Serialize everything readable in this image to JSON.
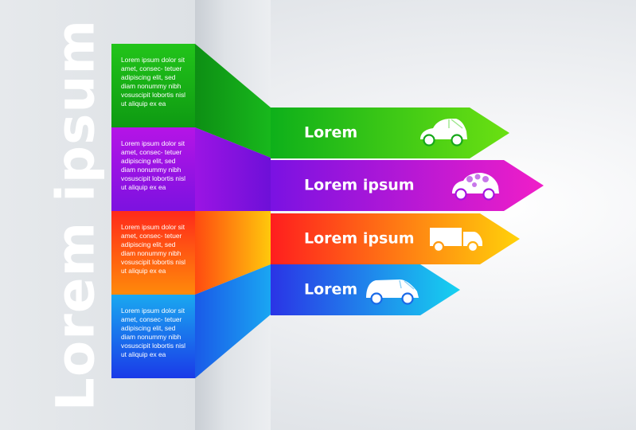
{
  "title": "Lorem ipsum",
  "blocks": [
    {
      "text": "Lorem ipsum dolor sit amet, consec- tetuer adipiscing elit, sed diam nonummy nibh vosuscipit lobortis nisl ut aliquip ex ea",
      "color_top": "#22c41a",
      "color_bottom": "#0e9a12"
    },
    {
      "text": "Lorem ipsum dolor sit amet, consec- tetuer adipiscing elit, sed diam nonummy nibh vosuscipit lobortis nisl ut aliquip ex ea",
      "color_top": "#b514e6",
      "color_bottom": "#7c12e0"
    },
    {
      "text": "Lorem ipsum dolor sit amet, consec- tetuer adipiscing elit, sed diam nonummy nibh vosuscipit lobortis nisl ut aliquip ex ea",
      "color_top": "#ff2a1a",
      "color_bottom": "#ff8a0a"
    },
    {
      "text": "Lorem ipsum dolor sit amet, consec- tetuer adipiscing elit, sed diam nonummy nibh vosuscipit lobortis nisl ut aliquip ex ea",
      "color_top": "#1aa8f0",
      "color_bottom": "#1a3ae8"
    }
  ],
  "arrows": [
    {
      "label": "Lorem",
      "icon": "beetle-car-icon",
      "color_start": "#0eb01a",
      "color_end": "#6be012"
    },
    {
      "label": "Lorem ipsum",
      "icon": "spotted-beetle-car-icon",
      "color_start": "#7a12e2",
      "color_end": "#f01ec8"
    },
    {
      "label": "Lorem ipsum",
      "icon": "delivery-truck-icon",
      "color_start": "#ff1e1e",
      "color_end": "#ffd20a"
    },
    {
      "label": "Lorem",
      "icon": "van-icon",
      "color_start": "#2a34e6",
      "color_end": "#16d2f0"
    }
  ]
}
